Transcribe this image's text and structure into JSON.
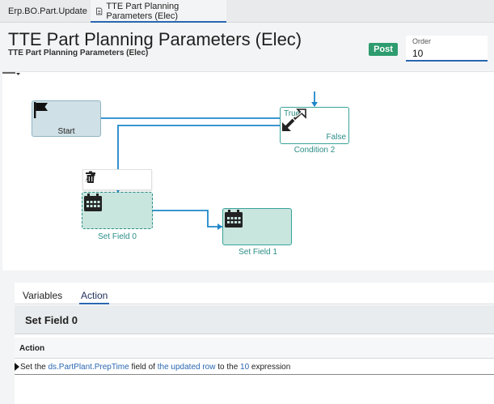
{
  "tabs": [
    {
      "label": "Erp.BO.Part.Update"
    },
    {
      "label": "TTE Part Planning Parameters (Elec)"
    }
  ],
  "header": {
    "title": "TTE Part Planning Parameters (Elec)",
    "subtitle": "TTE Part Planning Parameters (Elec)",
    "post_label": "Post",
    "order_label": "Order",
    "order_value": "10"
  },
  "nodes": {
    "start": {
      "label": "Start"
    },
    "condition": {
      "true_label": "True",
      "false_label": "False",
      "caption": "Condition 2"
    },
    "set_field_0": {
      "caption": "Set Field 0"
    },
    "set_field_1": {
      "caption": "Set Field 1"
    }
  },
  "panel": {
    "tabs": [
      {
        "label": "Variables"
      },
      {
        "label": "Action"
      }
    ],
    "active_tab": "Action",
    "section_title": "Set Field 0",
    "column_title": "Action",
    "row": {
      "p1": "Set the ",
      "field": "ds.PartPlant.PrepTime",
      "p2": " field of ",
      "target": "the updated row",
      "p3": " to the ",
      "value": "10",
      "p4": " expression"
    }
  },
  "colors": {
    "accent": "#2a67b1",
    "teal": "#2a8d86",
    "post_green": "#2e9c6e",
    "node_fill": "#c8e5de",
    "start_fill": "#cfe0e6"
  },
  "icons": [
    "grid-icon",
    "document-icon",
    "flag-icon",
    "condition-arrows-icon",
    "edit-pencil-icon",
    "trash-icon",
    "calendar-icon"
  ]
}
